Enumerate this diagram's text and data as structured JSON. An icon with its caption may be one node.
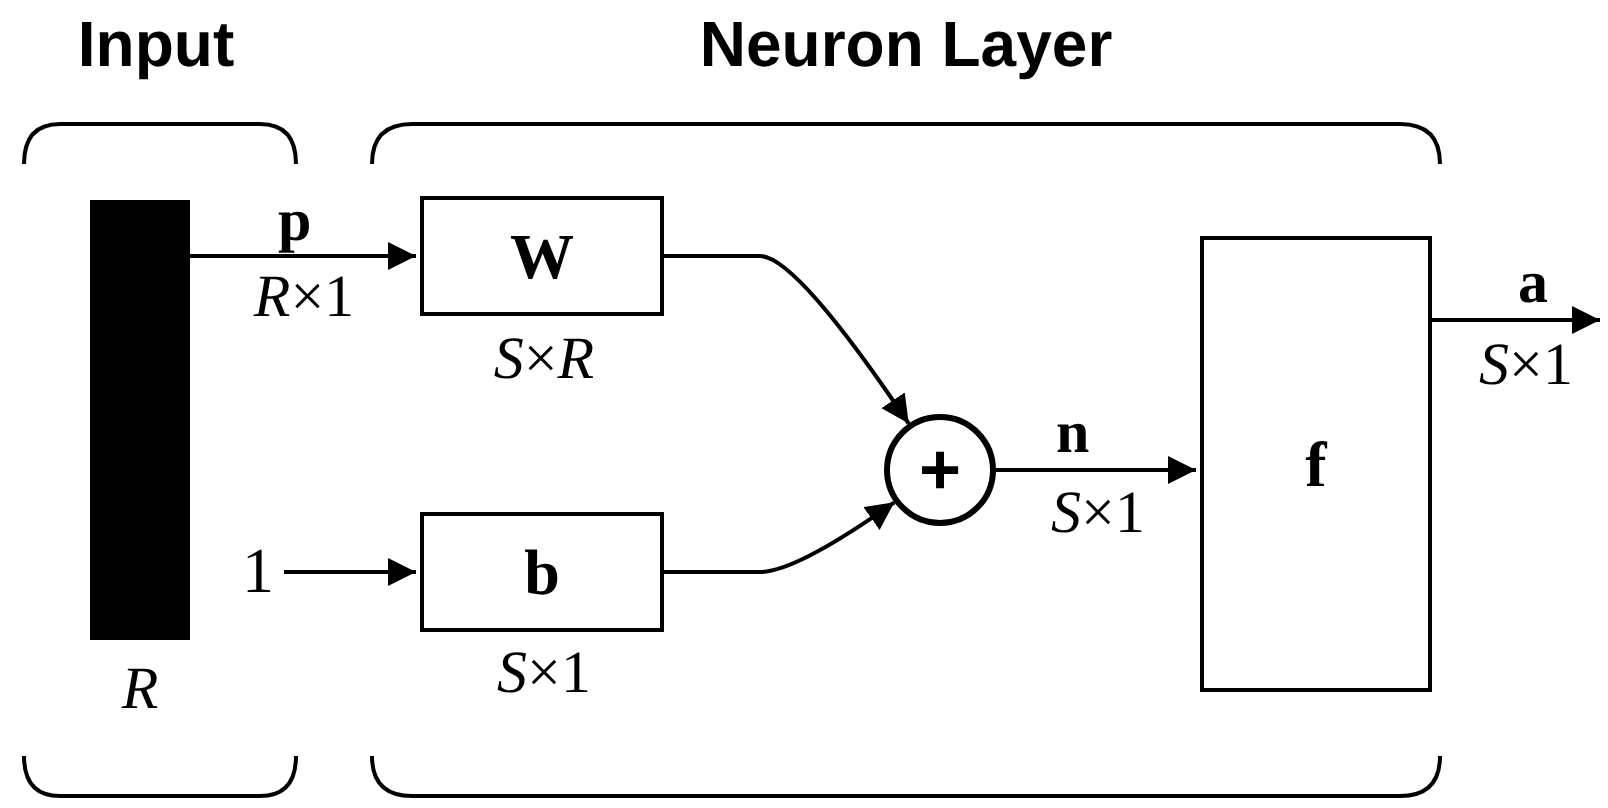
{
  "diagram": {
    "nodes": [
      {
        "text": [],
        "shape": "bar",
        "beside": [
          "R"
        ]
      },
      {
        "text": [
          "W"
        ],
        "beside": [
          "*S*×*R*"
        ]
      },
      {
        "text": [
          "b"
        ],
        "beside": [
          "*S*×1"
        ]
      },
      {
        "text": [
          "+"
        ]
      },
      {
        "text": [
          "f"
        ]
      },
      {
        "text": [
          "1"
        ]
      }
    ],
    "edges": [
      {
        "from": 0,
        "to": 1,
        "arrow": "to",
        "label": "p"
      },
      {
        "from": 5,
        "to": 2,
        "arrow": "to"
      },
      {
        "from": 1,
        "to": 3,
        "arrow": "to"
      },
      {
        "from": 2,
        "to": 3,
        "arrow": "to"
      },
      {
        "from": 3,
        "to": 4,
        "arrow": "to",
        "label": "n"
      },
      {
        "from": 4,
        "to": null,
        "arrow": "to",
        "label": "a"
      }
    ],
    "labels": [
      "Input",
      "Neuron Layer",
      "*R*×1",
      "*S*×1",
      "*S*×1"
    ]
  }
}
